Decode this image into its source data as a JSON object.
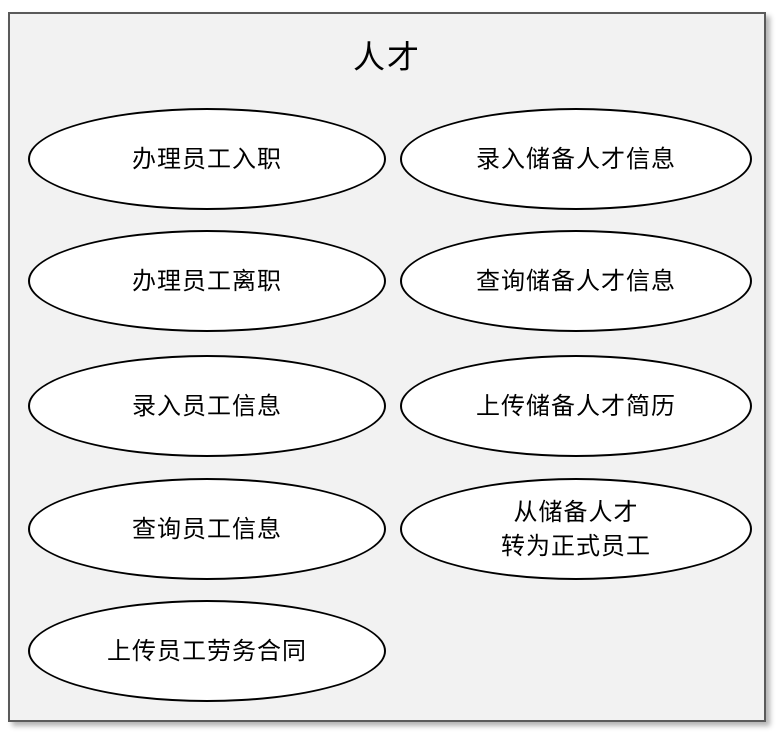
{
  "diagram": {
    "title": "人才",
    "container_label": "人才",
    "colors": {
      "page_background": "#ffffff",
      "frame_fill": "#f2f2f2",
      "frame_border": "#5a5a5a",
      "node_fill": "#ffffff",
      "node_border": "#000000",
      "text": "#000000"
    },
    "columns": [
      {
        "name": "employee-management",
        "nodes": [
          {
            "id": "onboarding",
            "label": "办理员工入职"
          },
          {
            "id": "offboarding",
            "label": "办理员工离职"
          },
          {
            "id": "enter-employee",
            "label": "录入员工信息"
          },
          {
            "id": "query-employee",
            "label": "查询员工信息"
          },
          {
            "id": "upload-contract",
            "label": "上传员工劳务合同"
          }
        ]
      },
      {
        "name": "talent-pool-management",
        "nodes": [
          {
            "id": "enter-talent",
            "label": "录入储备人才信息"
          },
          {
            "id": "query-talent",
            "label": "查询储备人才信息"
          },
          {
            "id": "upload-resume",
            "label": "上传储备人才简历"
          },
          {
            "id": "convert-talent",
            "label": "从储备人才\n转为正式员工"
          }
        ]
      }
    ]
  }
}
